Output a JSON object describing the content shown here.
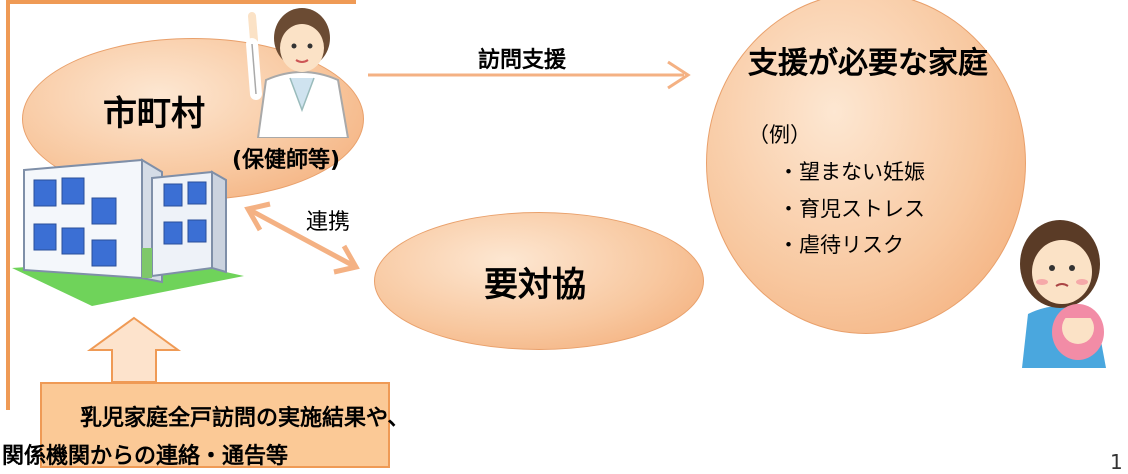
{
  "municipality": {
    "label": "市町村",
    "staff_label": "(保健師等)"
  },
  "edges": {
    "visit_support": "訪問支援",
    "cooperation": "連携"
  },
  "family": {
    "title": "支援が必要な家庭",
    "example_heading": "（例）",
    "examples": [
      "・望まない妊娠",
      "・育児ストレス",
      "・虐待リスク"
    ]
  },
  "council": {
    "label": "要対協"
  },
  "source": {
    "line1": "乳児家庭全戸訪問の実施結果や、",
    "line2": "関係機関からの連絡・通告等"
  },
  "page_number": "1",
  "colors": {
    "ellipse_fill": "#f8c8a0",
    "border": "#ef9a55",
    "arrow": "#f4b183",
    "box_fill": "#fbc996"
  }
}
